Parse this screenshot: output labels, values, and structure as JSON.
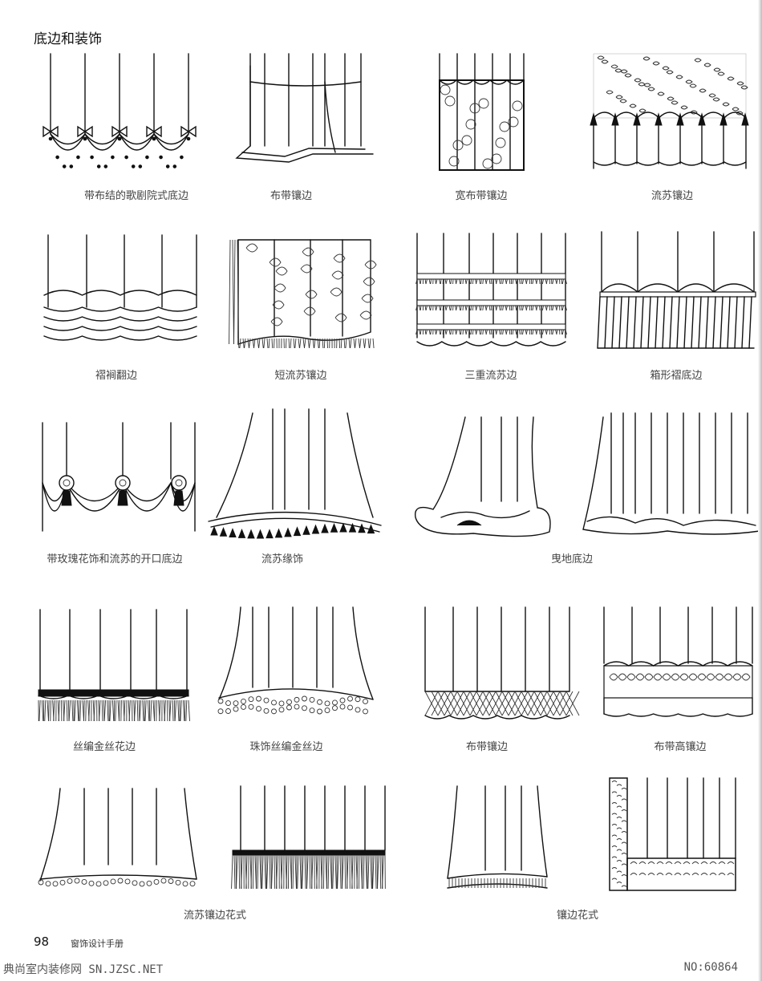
{
  "page": {
    "title": "底边和装饰",
    "page_number": "98",
    "book_title": "窗饰设计手册",
    "watermark_left": "典尚室内装修网 SN.JZSC.NET",
    "watermark_right": "NO:60864"
  },
  "captions": [
    "带布结的歌剧院式底边",
    "布带镶边",
    "宽布带镶边",
    "流苏镶边",
    "褶裥翻边",
    "短流苏镶边",
    "三重流苏边",
    "箱形褶底边",
    "带玫瑰花饰和流苏的开口底边",
    "流苏缘饰",
    "曳地底边",
    "丝编金丝花边",
    "珠饰丝编金丝边",
    "布带镶边",
    "布带高镶边",
    "流苏镶边花式",
    "镶边花式"
  ],
  "illustrations": [
    {
      "name": "opera-bow-hem",
      "style": "swag-bows"
    },
    {
      "name": "band-trim",
      "style": "band"
    },
    {
      "name": "wide-band-trim",
      "style": "wideband"
    },
    {
      "name": "fringe-trim",
      "style": "tassel-scallop"
    },
    {
      "name": "pleat-turnup",
      "style": "ruffle-tiers"
    },
    {
      "name": "short-fringe-trim",
      "style": "floral-fringe"
    },
    {
      "name": "triple-fringe-edge",
      "style": "triple"
    },
    {
      "name": "box-pleat-hem",
      "style": "boxpleat"
    },
    {
      "name": "rosette-tassel-open-hem",
      "style": "rosette-swag"
    },
    {
      "name": "fringe-edging",
      "style": "tassel-edge"
    },
    {
      "name": "puddle-hem-left",
      "style": "puddle"
    },
    {
      "name": "puddle-hem-right",
      "style": "puddle-wide"
    },
    {
      "name": "silk-gimp-lace",
      "style": "gimp"
    },
    {
      "name": "beaded-gimp-edge",
      "style": "beaded"
    },
    {
      "name": "band-trim-2",
      "style": "check-band"
    },
    {
      "name": "high-band-trim",
      "style": "high-band"
    },
    {
      "name": "fringe-pattern-left",
      "style": "bead-flare"
    },
    {
      "name": "fringe-pattern-right",
      "style": "long-fringe"
    },
    {
      "name": "trim-pattern-left",
      "style": "ribbed-flare"
    },
    {
      "name": "trim-pattern-right",
      "style": "l-border"
    }
  ]
}
